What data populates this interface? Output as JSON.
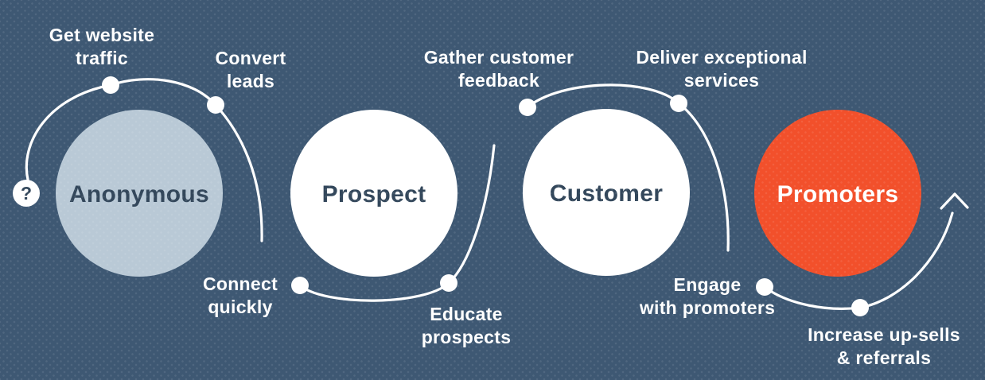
{
  "colors": {
    "background": "#3e5873",
    "background_dot": "#ffffff",
    "curve_stroke": "#ffffff",
    "navy_text": "#33475b",
    "stage_anonymous_fill": "#b9c9d6",
    "stage_white_fill": "#ffffff",
    "stage_promoters_fill": "#f2502b",
    "white_text": "#ffffff"
  },
  "start": {
    "glyph": "?"
  },
  "stages": [
    {
      "name": "anonymous",
      "label": "Anonymous",
      "fill": "#b9c9d6",
      "text": "#33475b"
    },
    {
      "name": "prospect",
      "label": "Prospect",
      "fill": "#ffffff",
      "text": "#33475b"
    },
    {
      "name": "customer",
      "label": "Customer",
      "fill": "#ffffff",
      "text": "#33475b"
    },
    {
      "name": "promoters",
      "label": "Promoters",
      "fill": "#f2502b",
      "text": "#ffffff"
    }
  ],
  "steps": [
    {
      "name": "get-website-traffic",
      "label": "Get website\ntraffic"
    },
    {
      "name": "convert-leads",
      "label": "Convert\nleads"
    },
    {
      "name": "connect-quickly",
      "label": "Connect\nquickly"
    },
    {
      "name": "educate-prospects",
      "label": "Educate\nprospects"
    },
    {
      "name": "gather-customer-feedback",
      "label": "Gather customer\nfeedback"
    },
    {
      "name": "deliver-exceptional-services",
      "label": "Deliver exceptional\nservices"
    },
    {
      "name": "engage-with-promoters",
      "label": "Engage\nwith promoters"
    },
    {
      "name": "increase-upsells-referrals",
      "label": "Increase up-sells\n& referrals"
    }
  ]
}
